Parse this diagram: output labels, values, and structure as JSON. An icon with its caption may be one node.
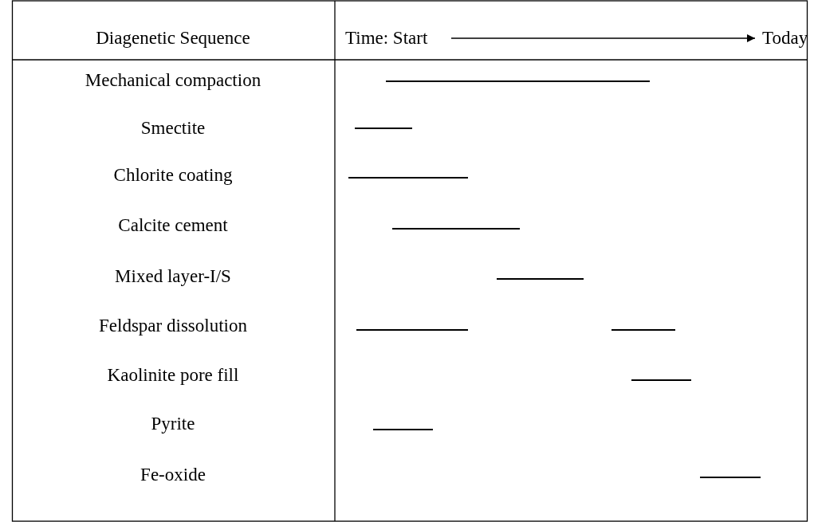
{
  "diagram": {
    "labels": [
      "Diagenetic Sequence",
      "Time: Start",
      "Today",
      "Mechanical compaction",
      "Smectite",
      "Chlorite coating",
      "Calcite cement",
      "Mixed layer-I/S",
      "Feldspar dissolution",
      "Kaolinite pore fill",
      "Pyrite",
      "Fe-oxide"
    ]
  }
}
